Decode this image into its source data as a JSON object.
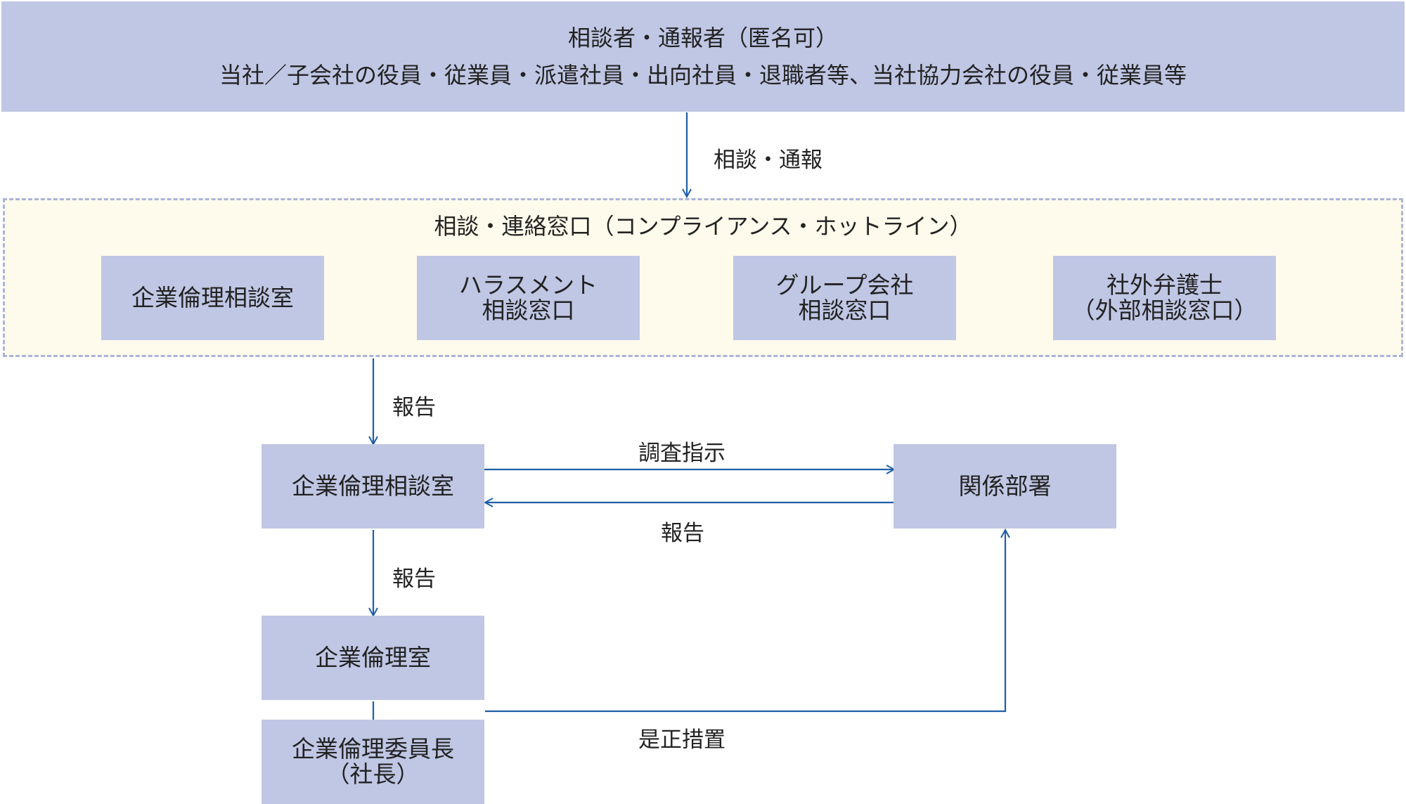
{
  "reporter": {
    "title": "相談者・通報者（匿名可）",
    "subtitle": "当社／子会社の役員・従業員・派遣社員・出向社員・退職者等、当社協力会社の役員・従業員等"
  },
  "flow": {
    "consult_report": "相談・通報",
    "report_1": "報告",
    "instruct": "調査指示",
    "report_back": "報告",
    "report_2": "報告",
    "correction": "是正措置"
  },
  "contact_window": {
    "title": "相談・連絡窓口（コンプライアンス・ホットライン）",
    "items": [
      {
        "lines": [
          "企業倫理相談室"
        ]
      },
      {
        "lines": [
          "ハラスメント",
          "相談窓口"
        ]
      },
      {
        "lines": [
          "グループ会社",
          "相談窓口"
        ]
      },
      {
        "lines": [
          "社外弁護士",
          "（外部相談窓口）"
        ]
      }
    ]
  },
  "nodes": {
    "ethics_consult": "企業倫理相談室",
    "related_dept": "関係部署",
    "ethics_office": "企業倫理室",
    "committee_line1": "企業倫理委員長",
    "committee_line2": "（社長）"
  },
  "colors": {
    "box_fill": "#c0c7e4",
    "panel_fill": "#fefbec",
    "panel_border": "#aab4d8",
    "arrow": "#1f5fa8"
  }
}
